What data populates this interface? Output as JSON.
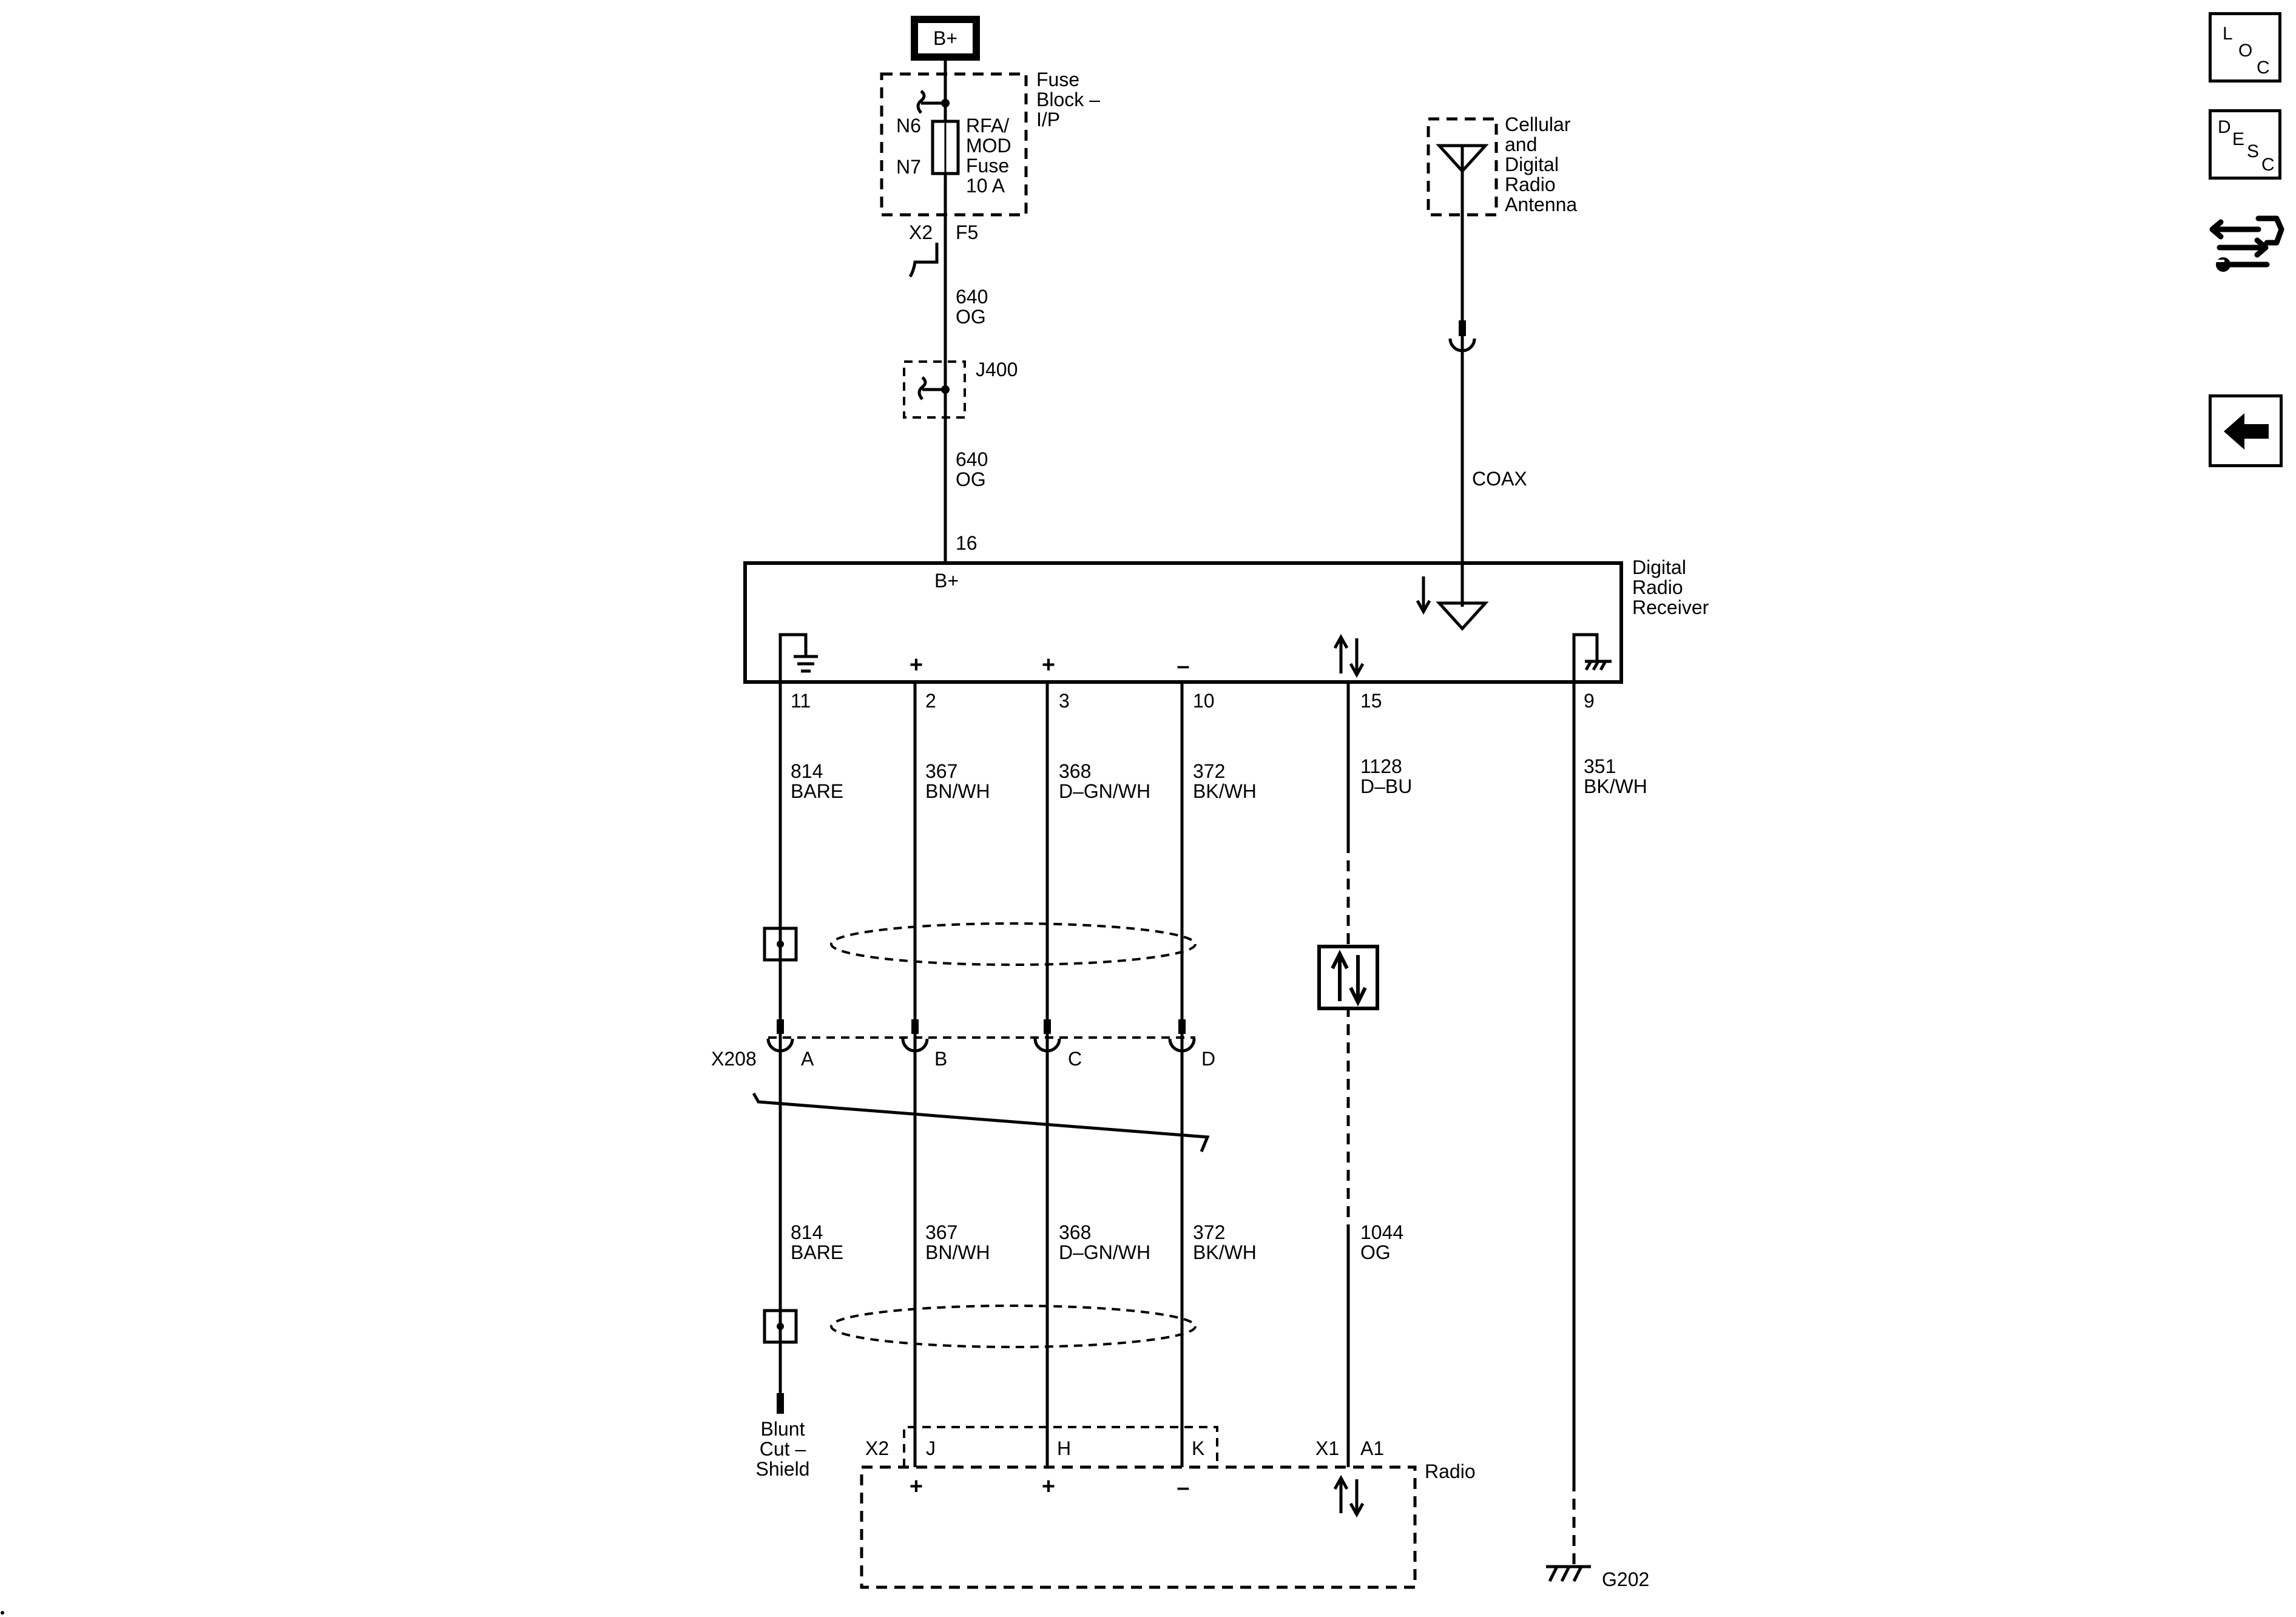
{
  "power": {
    "source": "B+"
  },
  "fuse_block": {
    "label1": "Fuse",
    "label2": "Block –",
    "label3": "I/P",
    "pin_top": "N6",
    "pin_bottom": "N7",
    "fuse1": "RFA/",
    "fuse2": "MOD",
    "fuse3": "Fuse",
    "fuse4": "10 A",
    "connector": "X2",
    "pin": "F5"
  },
  "wire_640a": {
    "circuit": "640",
    "color": "OG"
  },
  "splice": {
    "label": "J400"
  },
  "wire_640b": {
    "circuit": "640",
    "color": "OG"
  },
  "receiver": {
    "label1": "Digital",
    "label2": "Radio",
    "label3": "Receiver",
    "bplus_pin": "16",
    "bplus_label": "B+",
    "pins": [
      "11",
      "2",
      "3",
      "10",
      "15",
      "9"
    ],
    "sign_plus": "+",
    "sign_minus": "–"
  },
  "antenna": {
    "label1": "Cellular",
    "label2": "and",
    "label3": "Digital",
    "label4": "Radio",
    "label5": "Antenna",
    "coax": "COAX"
  },
  "upper_wires": [
    {
      "circuit": "814",
      "color": "BARE"
    },
    {
      "circuit": "367",
      "color": "BN/WH"
    },
    {
      "circuit": "368",
      "color": "D–GN/WH"
    },
    {
      "circuit": "372",
      "color": "BK/WH"
    },
    {
      "circuit": "1128",
      "color": "D–BU"
    },
    {
      "circuit": "351",
      "color": "BK/WH"
    }
  ],
  "inline_connector": {
    "label": "X208",
    "pins": [
      "A",
      "B",
      "C",
      "D"
    ]
  },
  "lower_wires": [
    {
      "circuit": "814",
      "color": "BARE"
    },
    {
      "circuit": "367",
      "color": "BN/WH"
    },
    {
      "circuit": "368",
      "color": "D–GN/WH"
    },
    {
      "circuit": "372",
      "color": "BK/WH"
    },
    {
      "circuit": "1044",
      "color": "OG"
    }
  ],
  "shield": {
    "label1": "Blunt",
    "label2": "Cut –",
    "label3": "Shield"
  },
  "radio": {
    "label": "Radio",
    "conn_x2": "X2",
    "pins_x2": [
      "J",
      "H",
      "K"
    ],
    "conn_x1": "X1",
    "pin_x1": "A1"
  },
  "ground": {
    "label": "G202"
  },
  "nav": {
    "loc": [
      "L",
      "O",
      "C"
    ],
    "desc": [
      "D",
      "E",
      "S",
      "C"
    ]
  }
}
